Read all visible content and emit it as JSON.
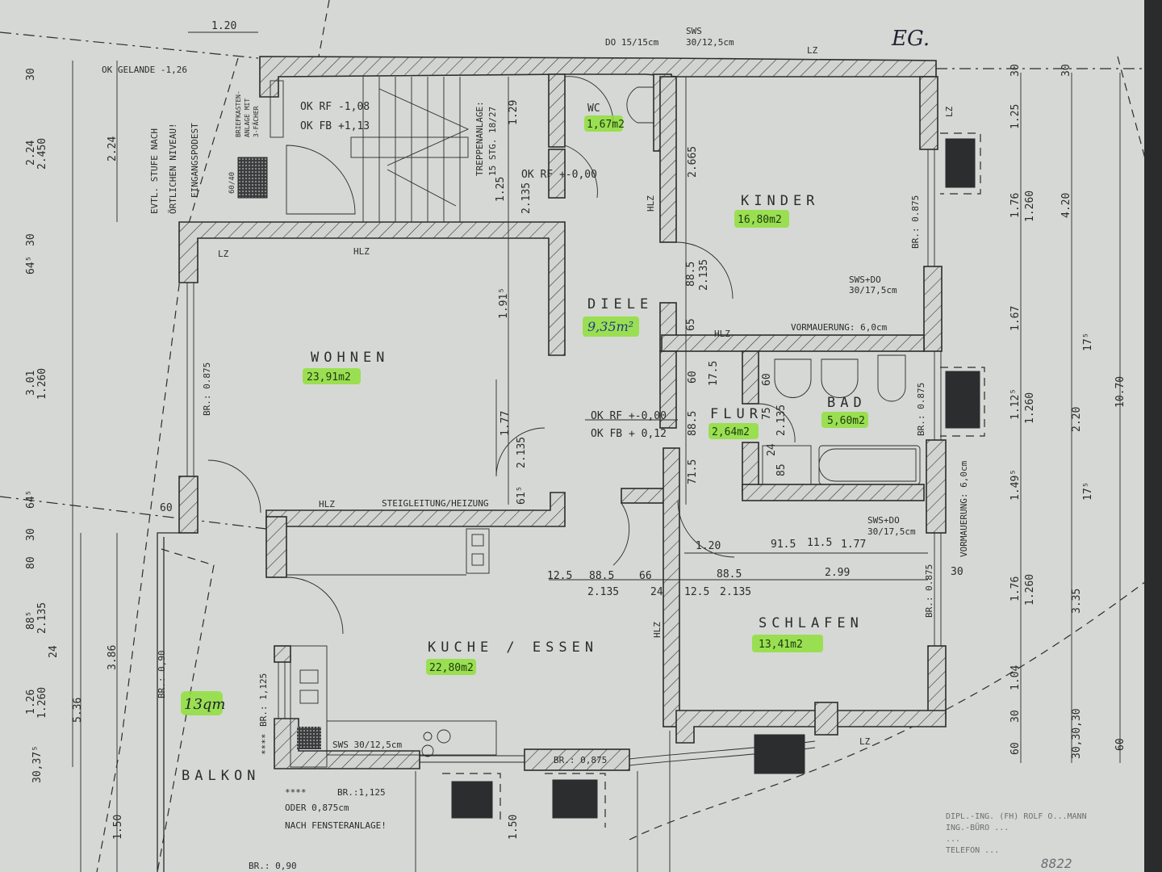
{
  "title": "EG.",
  "colors": {
    "paper": "#d6d8d5",
    "ink": "#2a2c2e",
    "highlight": "#8fe03a"
  },
  "rooms": [
    {
      "name": "WOHNEN",
      "area": "23,91m2"
    },
    {
      "name": "KUCHE / ESSEN",
      "area": "22,80m2"
    },
    {
      "name": "KINDER",
      "area": "16,80m2"
    },
    {
      "name": "SCHLAFEN",
      "area": "13,41m2"
    },
    {
      "name": "DIELE",
      "area": "9,35m²"
    },
    {
      "name": "FLUR",
      "area": "2,64m2"
    },
    {
      "name": "BAD",
      "area": "5,60m2"
    },
    {
      "name": "WC",
      "area": "1,67m2"
    },
    {
      "name": "BALKON",
      "area": "13qm"
    }
  ],
  "notes": {
    "ok_gelande": "OK GELANDE -1,26",
    "stufe_1": "EVTL. STUFE NACH",
    "stufe_2": "ÖRTLICHEN NIVEAU!",
    "eingangspodest": "EINGANGSPODEST",
    "briefkasten_1": "BRIEFKASTEN-",
    "briefkasten_2": "ANLAGE MIT",
    "briefkasten_3": "3-FÄCHER",
    "grate": "60/40",
    "ok_rf_stair": "OK RF -1,08",
    "ok_fb_stair": "OK FB +1,13",
    "treppe_1": "TREPPENANLAGE:",
    "treppe_2": "15 STG. 18/27",
    "ok_rf_diele": "OK RF +-0,00",
    "ok_rf_flur": "OK RF +-0,00",
    "ok_fb_flur": "OK FB + 0,12",
    "do_top": "DO 15/15cm",
    "sws_top_1": "SWS",
    "sws_top_2": "30/12,5cm",
    "sws_do_1_a": "SWS+DO",
    "sws_do_1_b": "30/17,5cm",
    "vormauerung_1": "VORMAUERUNG: 6,0cm",
    "vormauerung_2": "VORMAUERUNG: 6,0cm",
    "sws_do_2_a": "SWS+DO",
    "sws_do_2_b": "30/17,5cm",
    "steigleitung": "STEIGLEITUNG/HEIZUNG",
    "sws_kitchen": "SWS 30/12,5cm",
    "br_note_1": "BR.:1,125",
    "br_note_2": "ODER 0,875cm",
    "br_note_3": "NACH FENSTERANLAGE!",
    "stars": "****",
    "lz": "LZ",
    "hlz": "HLZ"
  },
  "windows": {
    "wohnen": "BR.: 0.875",
    "kinder": "BR.: 0.875",
    "bad": "BR.: 0.875",
    "schlafen": "BR.: 0.875",
    "kuche_side": "BR.: 1,125",
    "kuche_front": "BR.: 0,875",
    "balkon_side": "BR.: 0,90",
    "balkon_bottom": "BR.: 0,90"
  },
  "dimensions": {
    "top": "1.20",
    "left_outer": [
      "30",
      "2.24",
      "2.450",
      "30",
      "64⁵",
      "3.01",
      "1.260",
      "30",
      "64⁵",
      "80",
      "88⁵",
      "2.135",
      "24",
      "1.26",
      "1.260",
      "30,37⁵",
      "5.36",
      "3.86",
      "1.50"
    ],
    "left_inner": "2.24",
    "left_60": "60",
    "stair": [
      "1.29",
      "1.25",
      "2.135"
    ],
    "wohnen": [
      "1.91⁵",
      "1.77",
      "2.135",
      "61⁵"
    ],
    "kinder": [
      "2.665",
      "88.5",
      "2.135",
      "65"
    ],
    "flur": [
      "60",
      "17.5",
      "88.5",
      "71.5",
      "60",
      "75",
      "2.135",
      "85",
      "24"
    ],
    "row1": [
      "1.20",
      "91.5",
      "11.5",
      "1.77"
    ],
    "row2": [
      "12.5",
      "88.5",
      "2.135",
      "66",
      "24",
      "12.5",
      "88.5",
      "2.135",
      "2.99",
      "30"
    ],
    "kuche_bottom": "1.50",
    "right_a": [
      "30",
      "1.25",
      "1.76",
      "1.260",
      "1.67",
      "1.12⁵",
      "1.260",
      "1.49⁵",
      "1.76",
      "1.260",
      "1.04",
      "30",
      "60"
    ],
    "right_b": [
      "30",
      "4.20",
      "17⁵",
      "2.20",
      "17⁵",
      "3.35",
      "30,30,30"
    ],
    "right_c": [
      "10.70",
      "60"
    ]
  },
  "stamp": {
    "line1": "DIPL.-ING. (FH) ROLF O...MANN",
    "line2": "ING.-BÜRO ...",
    "line3": "...",
    "line4": "TELEFON ...",
    "number": "8822"
  }
}
